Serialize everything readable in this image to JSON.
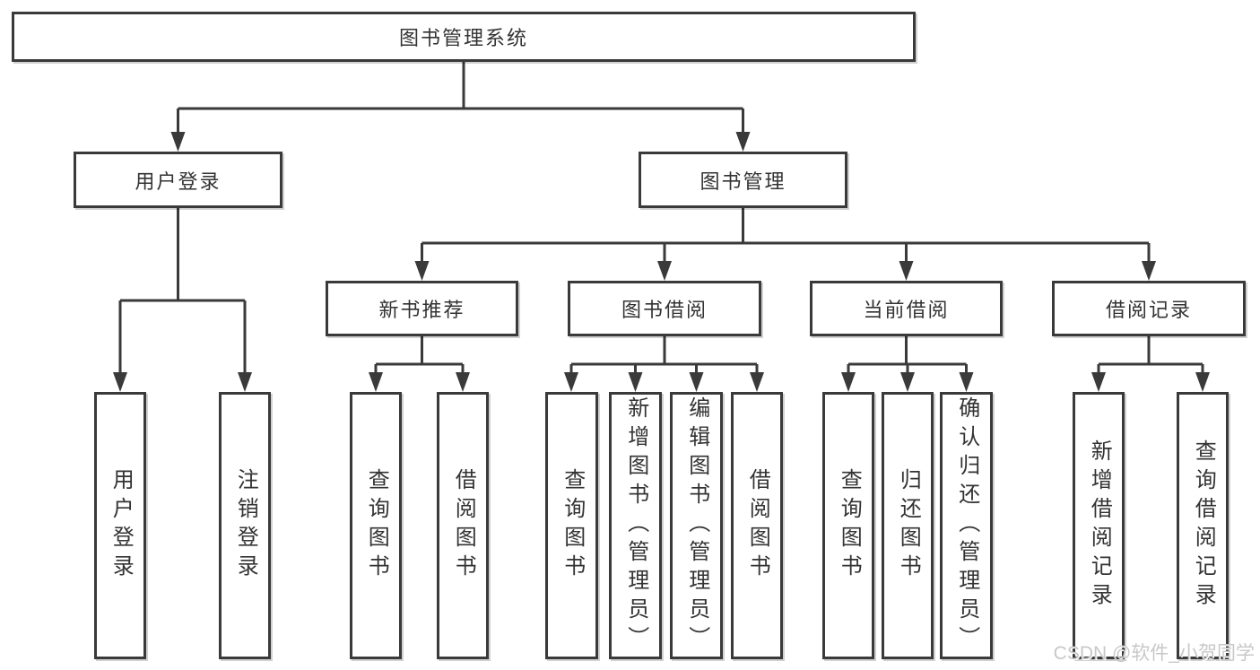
{
  "diagram": {
    "root": "图书管理系统",
    "level2": [
      "用户登录",
      "图书管理"
    ],
    "level3": [
      "新书推荐",
      "图书借阅",
      "当前借阅",
      "借阅记录"
    ],
    "leaves": {
      "login": [
        "用户登录",
        "注销登录"
      ],
      "recommend": [
        "查询图书",
        "借阅图书"
      ],
      "borrow": [
        "查询图书",
        "新增图书（管理员）",
        "编辑图书（管理员）",
        "借阅图书"
      ],
      "current": [
        "查询图书",
        "归还图书",
        "确认归还（管理员）"
      ],
      "records": [
        "新增借阅记录",
        "查询借阅记录"
      ]
    }
  },
  "watermark": "CSDN @软件_小贺同学",
  "colors": {
    "line": "#3a3a3a",
    "box_border": "#3a3a3a",
    "box_fill": "#ffffff",
    "text": "#333333",
    "watermark": "#c8c8c8",
    "background": "#ffffff"
  }
}
